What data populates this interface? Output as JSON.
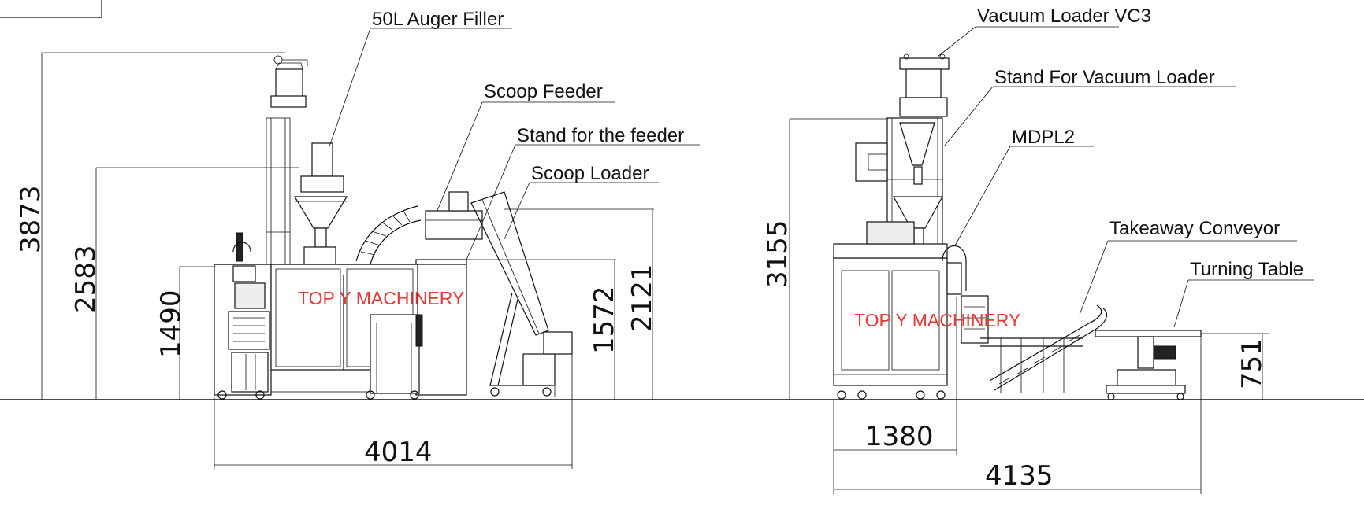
{
  "colors": {
    "line": "#111111",
    "watermark": "#e53935",
    "background": "#ffffff"
  },
  "callouts": {
    "auger_filler": "50L Auger Filler",
    "scoop_feeder": "Scoop Feeder",
    "stand_feeder": "Stand for the feeder",
    "scoop_loader": "Scoop Loader",
    "vacuum_loader": "Vacuum Loader VC3",
    "stand_vacuum": "Stand For Vacuum Loader",
    "mdpl2": "MDPL2",
    "takeaway": "Takeaway Conveyor",
    "turning_table": "Turning Table"
  },
  "dimensions": {
    "left_total_height": "3873",
    "left_filler_height": "2583",
    "left_machine_height": "1490",
    "left_stand_height": "1572",
    "left_loader_height": "2121",
    "left_total_length": "4014",
    "right_total_height": "3155",
    "right_table_height": "751",
    "right_machine_width": "1380",
    "right_total_length": "4135"
  },
  "watermark": {
    "left": "TOP Y MACHINERY",
    "right": "TOP Y MACHINERY"
  }
}
